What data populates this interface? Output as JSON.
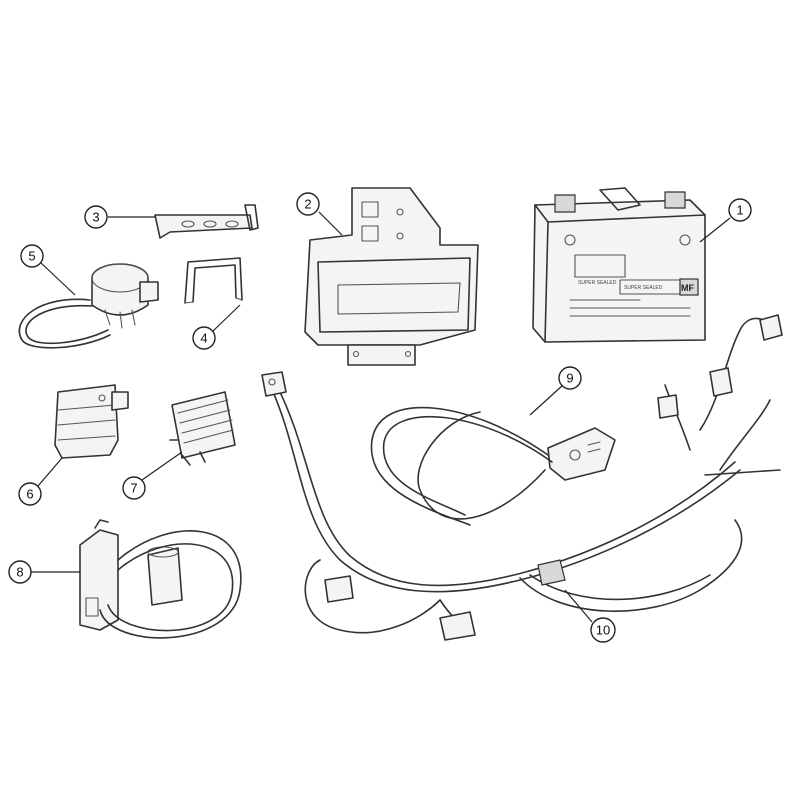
{
  "parts": [
    {
      "id": "battery",
      "callout": "1",
      "mark": "MF",
      "label_text": "SUPER SEALED"
    },
    {
      "id": "battery-holder-tray",
      "callout": "2"
    },
    {
      "id": "bracket",
      "callout": "3"
    },
    {
      "id": "u-clamp",
      "callout": "4"
    },
    {
      "id": "relay-solenoid",
      "callout": "5"
    },
    {
      "id": "relay-box",
      "callout": "6"
    },
    {
      "id": "voltage-regulator",
      "callout": "7"
    },
    {
      "id": "ignition-coil",
      "callout": "8"
    },
    {
      "id": "handlebar-switch",
      "callout": "9"
    },
    {
      "id": "wiring-harness",
      "callout": "10"
    }
  ]
}
